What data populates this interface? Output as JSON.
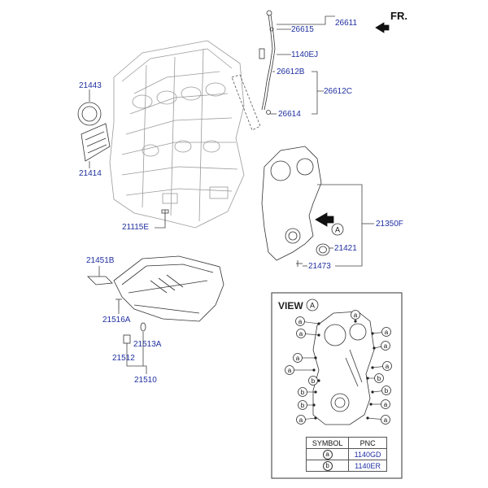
{
  "header": {
    "direction_label": "FR."
  },
  "parts": {
    "p26611": "26611",
    "p26615": "26615",
    "p1140EJ": "1140EJ",
    "p26612B": "26612B",
    "p26612C": "26612C",
    "p26614": "26614",
    "p21443": "21443",
    "p21414": "21414",
    "p21115E": "21115E",
    "p21350F": "21350F",
    "p21421": "21421",
    "p21473": "21473",
    "p21451B": "21451B",
    "p21516A": "21516A",
    "p21513A": "21513A",
    "p21512": "21512",
    "p21510": "21510"
  },
  "callout": {
    "letter": "A"
  },
  "view": {
    "title": "VIEW",
    "letter": "A",
    "marker_a": "a",
    "marker_b": "b"
  },
  "legend": {
    "header_symbol": "SYMBOL",
    "header_pnc": "PNC",
    "rows": [
      {
        "symbol": "a",
        "pnc": "1140GD"
      },
      {
        "symbol": "b",
        "pnc": "1140ER"
      }
    ]
  }
}
